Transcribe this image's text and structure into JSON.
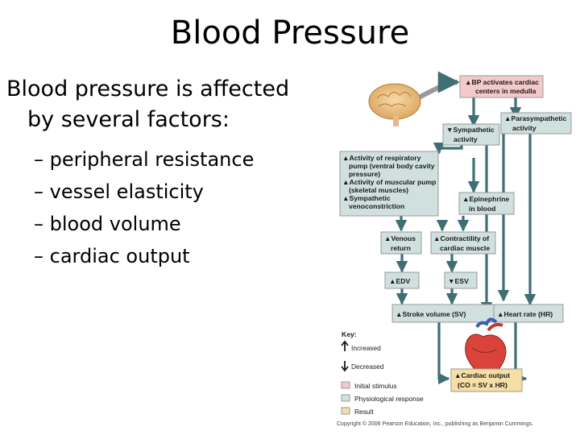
{
  "slide": {
    "title": "Blood Pressure",
    "intro_line1": "Blood pressure is affected",
    "intro_line2": "by several factors:",
    "bullets": [
      "peripheral resistance",
      "vessel elasticity",
      "blood volume",
      "cardiac output"
    ]
  },
  "diagram": {
    "bp_medulla": [
      "BP activates cardiac",
      "centers in medulla"
    ],
    "parasympathetic": [
      "Parasympathetic",
      "activity"
    ],
    "sympathetic": [
      "Sympathetic",
      "activity"
    ],
    "pumps": [
      "Activity of respiratory",
      "pump (ventral body cavity",
      "pressure)",
      "Activity of muscular pump",
      "(skeletal muscles)",
      "Sympathetic",
      "venoconstriction"
    ],
    "epinephrine": [
      "Epinephrine",
      "in blood"
    ],
    "venous_return": [
      "Venous",
      "return"
    ],
    "contractility": [
      "Contractility of",
      "cardiac muscle"
    ],
    "edv": "EDV",
    "esv": "ESV",
    "stroke_volume": "Stroke volume (SV)",
    "heart_rate": "Heart rate (HR)",
    "cardiac_output": [
      "Cardiac output",
      "(CO = SV x HR)"
    ],
    "key": {
      "title": "Key:",
      "increased": "Increased",
      "decreased": "Decreased",
      "initial_stimulus": "Initial stimulus",
      "physiological_response": "Physiological response",
      "result": "Result"
    },
    "colors": {
      "initial_stimulus": "#f4c9c9",
      "physiological_response": "#cfe0df",
      "result": "#f6dfa6",
      "arrow": "#3f6f73"
    },
    "copyright": "Copyright © 2006 Pearson Education, Inc., publishing as Benjamin Cummings."
  }
}
